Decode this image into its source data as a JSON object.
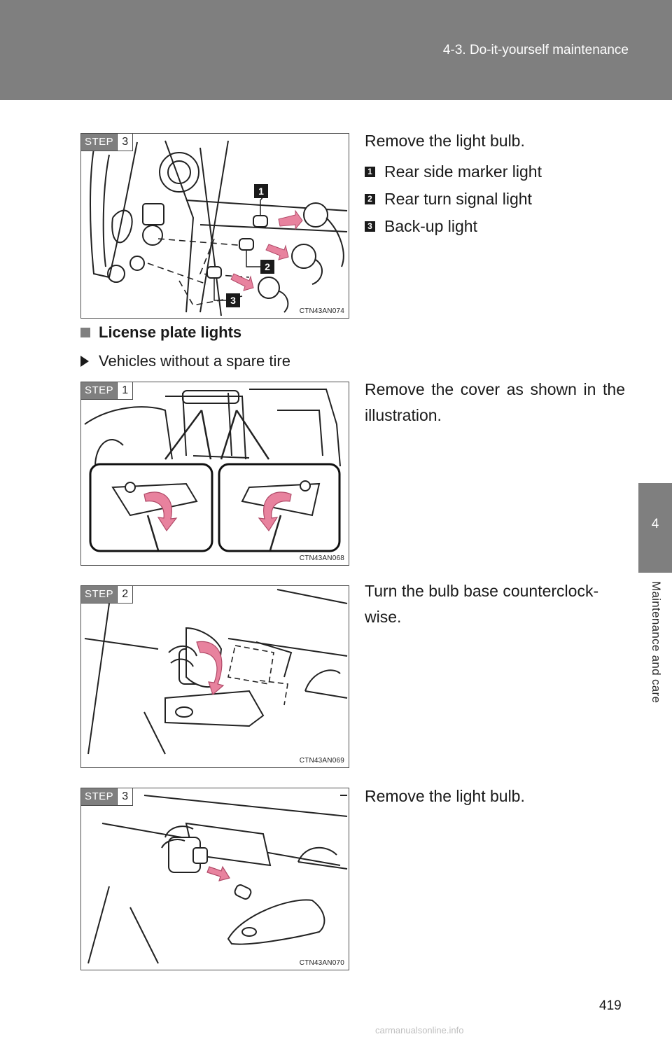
{
  "header": {
    "title": "4-3. Do-it-yourself maintenance"
  },
  "side_tab": {
    "number": "4",
    "label": "Maintenance and care"
  },
  "figures": [
    {
      "step_word": "STEP",
      "step_num": "3",
      "code": "CTN43AN074",
      "callouts": [
        "1",
        "2",
        "3"
      ]
    },
    {
      "step_word": "STEP",
      "step_num": "1",
      "code": "CTN43AN068"
    },
    {
      "step_word": "STEP",
      "step_num": "2",
      "code": "CTN43AN069"
    },
    {
      "step_word": "STEP",
      "step_num": "3",
      "code": "CTN43AN070"
    }
  ],
  "instructions": {
    "remove_bulb_1": "Remove the light bulb.",
    "remove_cover": "Remove the cover as shown in the illustration.",
    "turn_base": "Turn the bulb base counterclock-wise.",
    "remove_bulb_2": "Remove the light bulb."
  },
  "legend": [
    {
      "num": "1",
      "label": "Rear side marker light"
    },
    {
      "num": "2",
      "label": "Rear turn signal light"
    },
    {
      "num": "3",
      "label": "Back-up light"
    }
  ],
  "section": {
    "title": "License plate lights",
    "subtitle": "Vehicles without a spare tire"
  },
  "page_number": "419",
  "footer": "carmanualsonline.info",
  "colors": {
    "header_gray": "#7f7f7f",
    "arrow_pink": "#e8829e",
    "text": "#1a1a1a"
  }
}
